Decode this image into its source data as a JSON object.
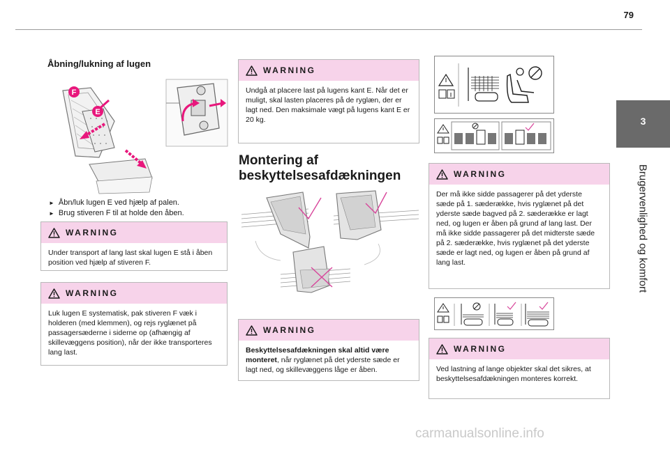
{
  "page": {
    "number": "79"
  },
  "section_tab": {
    "number": "3",
    "title": "Brugervenlighed og komfort"
  },
  "col1": {
    "heading": "Åbning/lukning af lugen",
    "figure": {
      "labels": [
        "F",
        "E"
      ]
    },
    "bullets": [
      "Åbn/luk lugen E ved hjælp af palen.",
      "Brug stiveren F til at holde den åben."
    ],
    "warning1": {
      "title": "WARNING",
      "text": "Under transport af lang last skal lugen E stå i åben position ved hjælp af stiveren F."
    },
    "warning2": {
      "title": "WARNING",
      "text": "Luk lugen E systematisk, pak stiveren F væk i holderen (med klemmen), og rejs ryglænet på passagersæderne i siderne op (afhængig af skillevæggens position), når der ikke transporteres lang last."
    }
  },
  "col2": {
    "warning1": {
      "title": "WARNING",
      "text": "Undgå at placere last på lugens kant E. Når det er muligt, skal lasten placeres på de ryglæn, der er lagt ned. Den maksimale vægt på lugens kant E er 20 kg."
    },
    "heading": "Montering af beskyttelsesafdækningen",
    "warning2": {
      "title": "WARNING",
      "text_bold": "Beskyttelsesafdækningen skal altid være monteret",
      "text_rest": ", når ryglænet på det yderste sæde er lagt ned, og skillevæggens låge er åben."
    }
  },
  "col3": {
    "warning1": {
      "title": "WARNING",
      "text": "Der må ikke sidde passagerer på det yderste sæde på 1. sæderække, hvis ryglænet på det yderste sæde bagved på 2. sæderække er lagt ned, og lugen er åben på grund af lang last. Der må ikke sidde passagerer på det midterste sæde på 2. sæderække, hvis ryglænet på det yderste sæde er lagt ned, og lugen er åben på grund af lang last."
    },
    "warning2": {
      "title": "WARNING",
      "text": "Ved lastning af lange objekter skal det sikres, at beskyttelsesafdækningen monteres korrekt."
    }
  },
  "watermark": "carmanualsonline.info",
  "colors": {
    "warning_header": "#f7d3ea",
    "accent": "#e8177c",
    "tab": "#6a6a6a",
    "check": "#d8449a"
  },
  "icons": [
    "warning-triangle-icon",
    "no-entry-icon",
    "check-icon",
    "cross-icon",
    "seat-icon",
    "manual-book-icon"
  ]
}
